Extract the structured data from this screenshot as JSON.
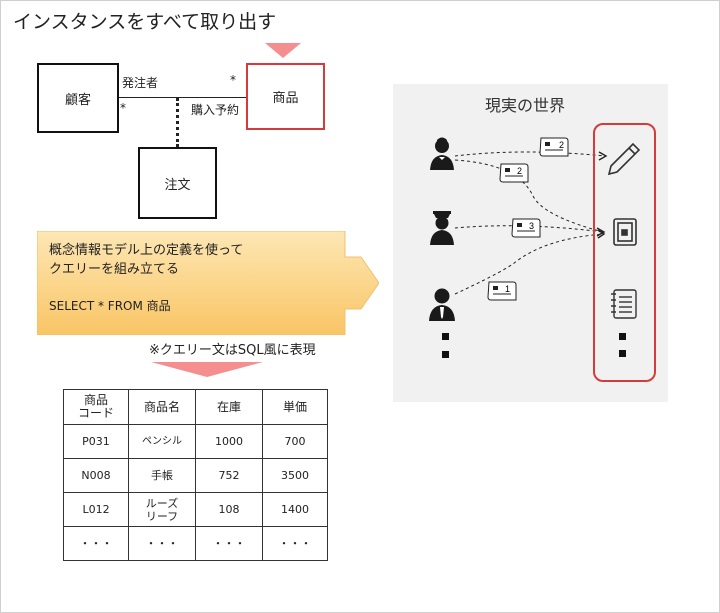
{
  "title": "インスタンスをすべて取り出す",
  "model": {
    "entities": {
      "customer": "顧客",
      "product": "商品",
      "order": "注文"
    },
    "relations": {
      "orderer": "発注者",
      "reservation": "購入予約",
      "multiplicity_customer": "*",
      "multiplicity_product": "*"
    }
  },
  "callout": {
    "line1": "概念情報モデル上の定義を使って",
    "line2": "クエリーを組み立てる",
    "sql": "SELECT * FROM  商品"
  },
  "note": "※クエリー文はSQL風に表現",
  "table": {
    "headers": [
      "商品\nコード",
      "商品名",
      "在庫",
      "単価"
    ],
    "rows": [
      [
        "P031",
        "ペンシル",
        "1000",
        "700"
      ],
      [
        "N008",
        "手帳",
        "752",
        "3500"
      ],
      [
        "L012",
        "ルーズ\nリーフ",
        "108",
        "1400"
      ],
      [
        "・・・",
        "・・・",
        "・・・",
        "・・・"
      ]
    ]
  },
  "world": {
    "title": "現実の世界",
    "voucher_numbers": [
      "1",
      "2",
      "3",
      "2"
    ],
    "product_icons": [
      "pencil-icon",
      "notebook-icon",
      "loose-leaf-icon"
    ],
    "person_icons": [
      "waiter-person-icon",
      "police-person-icon",
      "businessman-person-icon"
    ],
    "highlight_color": "#d53b3b"
  },
  "colors": {
    "accent_red": "#d53b3b",
    "triangle_pink": "#f58f8f",
    "callout_fill": "#fbd27c"
  }
}
